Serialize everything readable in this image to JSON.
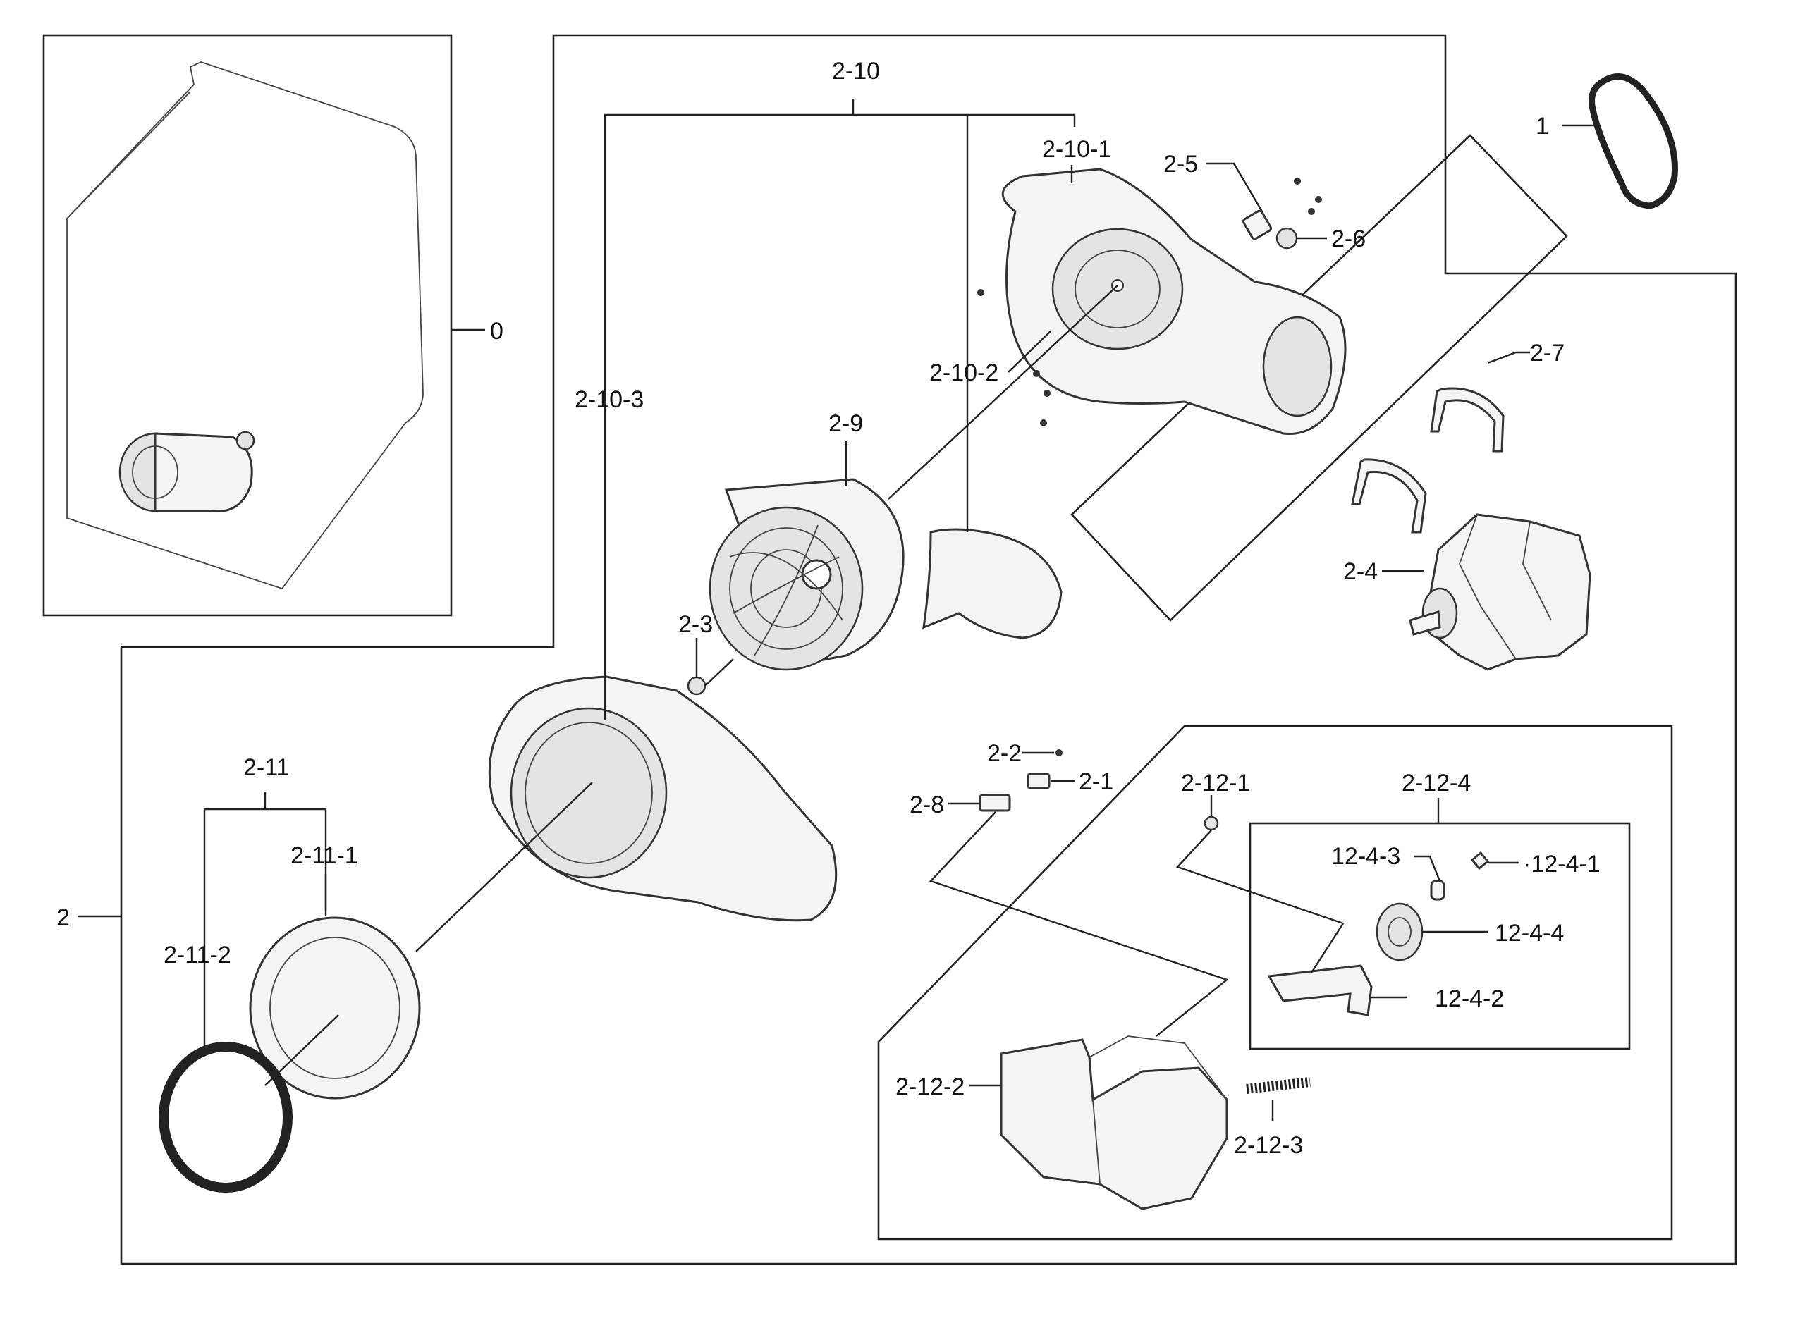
{
  "labels": {
    "l_0": "0",
    "l_1": "1",
    "l_2": "2",
    "l_2_1": "2-1",
    "l_2_2": "2-2",
    "l_2_3": "2-3",
    "l_2_4": "2-4",
    "l_2_5": "2-5",
    "l_2_6": "2-6",
    "l_2_7": "2-7",
    "l_2_8": "2-8",
    "l_2_9": "2-9",
    "l_2_10": "2-10",
    "l_2_10_1": "2-10-1",
    "l_2_10_2": "2-10-2",
    "l_2_10_3": "2-10-3",
    "l_2_11": "2-11",
    "l_2_11_1": "2-11-1",
    "l_2_11_2": "2-11-2",
    "l_2_12_1": "2-12-1",
    "l_2_12_2": "2-12-2",
    "l_2_12_3": "2-12-3",
    "l_2_12_4": "2-12-4",
    "l_12_4_1": "·12-4-1",
    "l_12_4_2": "12-4-2",
    "l_12_4_3": "12-4-3",
    "l_12_4_4": "12-4-4"
  }
}
